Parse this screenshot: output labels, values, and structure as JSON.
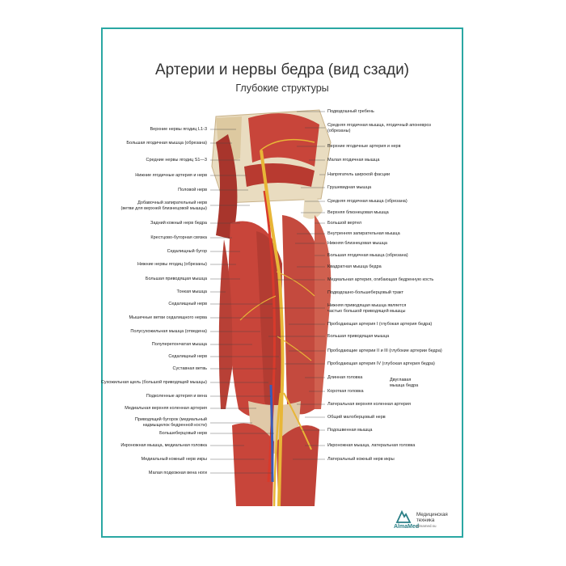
{
  "title": "Артерии и нервы бедра (вид сзади)",
  "subtitle": "Глубокие структуры",
  "labels_left": [
    "Верхние нервы ягодиц L1-3",
    "Большая ягодичная мышца (обрезана)",
    "Средние нервы ягодиц S1—3",
    "Нижние ягодичные артерия и нерв",
    "Половой нерв",
    "Добавочный запирательный нерв\n(ветви для верхней близнецовой мышцы)",
    "Задний кожный нерв бедра",
    "Крестцово-бугорная связка",
    "Седалищный бугор",
    "Нижние нервы ягодиц (обрезаны)",
    "Большая приводящая мышца",
    "Тонкая мышца",
    "Седалищный нерв",
    "Мышечные ветви седалищного нерва",
    "Полусухожильная мышца (отведена)",
    "Полуперепончатая мышца",
    "Седалищный нерв",
    "Суставная ветвь",
    "Сухожильная щель (большой приводящей мышцы)",
    "Подколенные артерия и вена",
    "Медиальная верхняя коленная артерия",
    "Приводящий бугорок (медиальный\nнадмыщелок бедренной кости)",
    "Большеберцовый нерв",
    "Икроножная мышца, медиальная головка",
    "Медиальный кожный нерв икры",
    "Малая подкожная вена ноги"
  ],
  "labels_right": [
    "Подвздошный гребень",
    "Средняя ягодичная мышца, ягодичный апоневроз\n(обрезаны)",
    "Верхние ягодичные артерия и нерв",
    "Малая ягодичная мышца",
    "Напрягатель широкой фасции",
    "Грушевидная мышца",
    "Средняя ягодичная мышца (обрезана)",
    "Верхняя близнецовая мышца",
    "Большой вертел",
    "Внутренняя запирательная мышца",
    "Нижняя близнецовая мышца",
    "Большая ягодичная мышца (обрезана)",
    "Квадратная мышца бедра",
    "Медиальная артерия, огибающая бедренную кость",
    "Подвздошно-большеберцовый тракт",
    "Нижняя приводящая мышца является\nчастью большой приводящей мышцы",
    "Прободающая артерия I (глубокая артерия бедра)",
    "Большая приводящая мышца",
    "Прободающие артерии II и III (глубокие артерии бедра)",
    "Прободающая артерия IV (глубокая артерия бедра)",
    "Длинная головка",
    "Короткая головка",
    "Латеральная верхняя коленная артерия",
    "Общий малоберцовый нерв",
    "Подошвенная мышца",
    "Икроножная мышца, латеральная головка",
    "Латеральный кожный нерв икры"
  ],
  "biceps_group_label": "Двуглавая\nмышца бедра",
  "brand": {
    "line1": "Медицинская",
    "line2": "техника",
    "name": "AlmaMed",
    "site": "almamed.su"
  },
  "colors": {
    "frame": "#2aa7a3",
    "muscle": "#c8453a",
    "nerve": "#e8b637",
    "artery": "#d83a2b",
    "vein": "#3a5bb8",
    "bone": "#e9dcc0"
  }
}
